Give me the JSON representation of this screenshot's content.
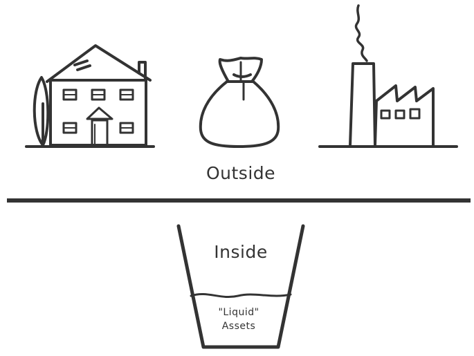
{
  "outside_label": "Outside",
  "inside_label": "Inside",
  "liquid_label_line1": "\"Liquid\"",
  "liquid_label_line2": "Assets",
  "icons": [
    "house-icon",
    "money-bag-icon",
    "factory-icon",
    "glass-icon"
  ],
  "colors": {
    "stroke": "#333333",
    "background": "#ffffff"
  }
}
